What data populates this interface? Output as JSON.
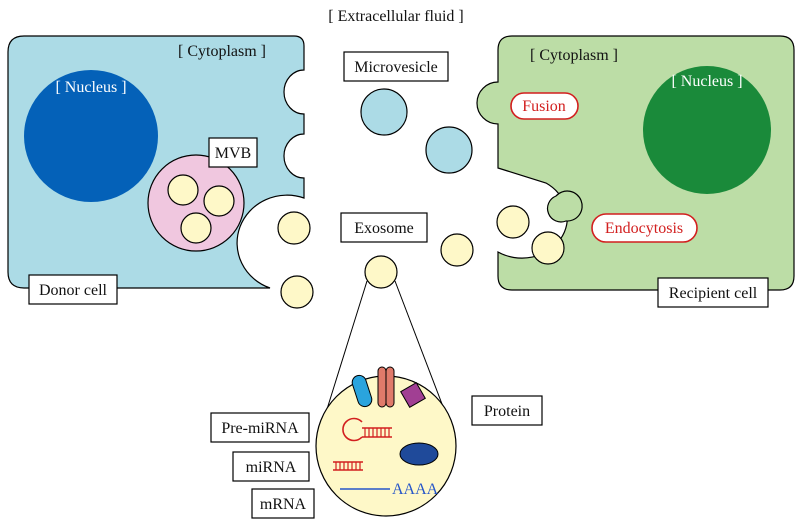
{
  "title": "[ Extracellular fluid ]",
  "donor": {
    "cytoplasm": "[ Cytoplasm ]",
    "nucleus": "[ Nucleus ]",
    "mvb": "MVB",
    "cell": "Donor cell"
  },
  "recipient": {
    "cytoplasm": "[ Cytoplasm ]",
    "nucleus": "[ Nucleus ]",
    "cell": "Recipient cell",
    "fusion": "Fusion",
    "endocytosis": "Endocytosis"
  },
  "vesicles": {
    "microvesicle": "Microvesicle",
    "exosome": "Exosome"
  },
  "cargo": {
    "protein": "Protein",
    "pre_mirna": "Pre-miRNA",
    "mirna": "miRNA",
    "mrna": "mRNA",
    "polya": "AAAA"
  },
  "colors": {
    "donor_cytoplasm": "#acdbe6",
    "donor_nucleus": "#0461b8",
    "recipient_cytoplasm": "#bcdda6",
    "recipient_nucleus": "#1a8a3a",
    "mvb": "#f0c7df",
    "exosome": "#fef8c8",
    "rna": "#d21f1f",
    "mrna": "#2656c9"
  }
}
